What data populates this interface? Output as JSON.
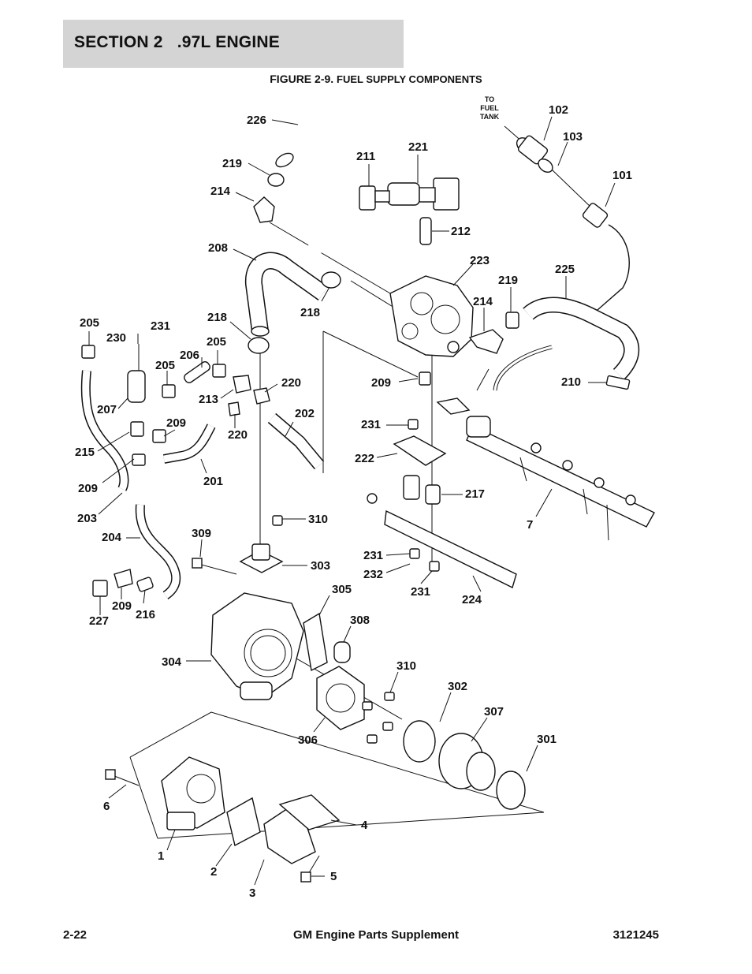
{
  "section": {
    "title": "SECTION 2   .97L ENGINE"
  },
  "figure": {
    "number": "FIGURE 2-9.",
    "title": "FUEL SUPPLY COMPONENTS"
  },
  "callouts": {
    "to_fuel_tank": [
      "TO",
      "FUEL",
      "TANK"
    ],
    "c102": "102",
    "c103": "103",
    "c101": "101",
    "c226": "226",
    "c221": "221",
    "c211": "211",
    "c219a": "219",
    "c214a": "214",
    "c212": "212",
    "c208": "208",
    "c223": "223",
    "c219b": "219",
    "c225": "225",
    "c214b": "214",
    "c218a": "218",
    "c218b": "218",
    "c205a": "205",
    "c231a": "231",
    "c230": "230",
    "c205b": "205",
    "c206": "206",
    "c205c": "205",
    "c220a": "220",
    "c209a": "209",
    "c210": "210",
    "c207": "207",
    "c213": "213",
    "c202": "202",
    "c231b": "231",
    "c209b": "209",
    "c220b": "220",
    "c215": "215",
    "c222": "222",
    "c201": "201",
    "c209c": "209",
    "c217": "217",
    "c203": "203",
    "c7": "7",
    "c310a": "310",
    "c309": "309",
    "c204": "204",
    "c231c": "231",
    "c303": "303",
    "c232": "232",
    "c231d": "231",
    "c305": "305",
    "c224": "224",
    "c209d": "209",
    "c216": "216",
    "c227": "227",
    "c308": "308",
    "c304": "304",
    "c310b": "310",
    "c302": "302",
    "c307": "307",
    "c306": "306",
    "c301": "301",
    "c6": "6",
    "c4": "4",
    "c1": "1",
    "c2": "2",
    "c5": "5",
    "c3": "3"
  },
  "footer": {
    "page": "2-22",
    "doc_title": "GM Engine Parts Supplement",
    "doc_number": "3121245"
  }
}
